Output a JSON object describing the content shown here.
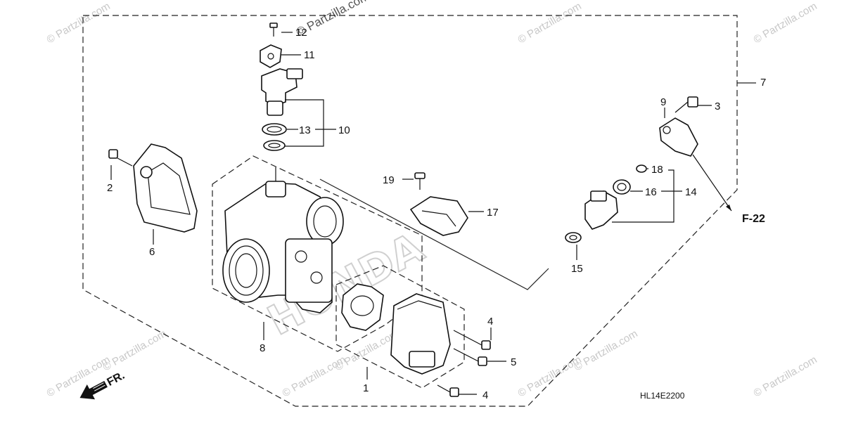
{
  "watermarks": {
    "top_center": "© Partzilla.com",
    "repeat": "© Partzilla.com",
    "background_brand": "HONDA"
  },
  "callouts": {
    "c1": "1",
    "c2": "2",
    "c3": "3",
    "c4a": "4",
    "c4b": "4",
    "c5": "5",
    "c6": "6",
    "c7": "7",
    "c8": "8",
    "c9": "9",
    "c10": "10",
    "c11": "11",
    "c12": "12",
    "c13": "13",
    "c14": "14",
    "c15": "15",
    "c16": "16",
    "c17": "17",
    "c18": "18",
    "c19": "19"
  },
  "refs": {
    "section_ref": "F-22",
    "direction_label": "FR.",
    "diagram_code": "HL14E2200"
  }
}
